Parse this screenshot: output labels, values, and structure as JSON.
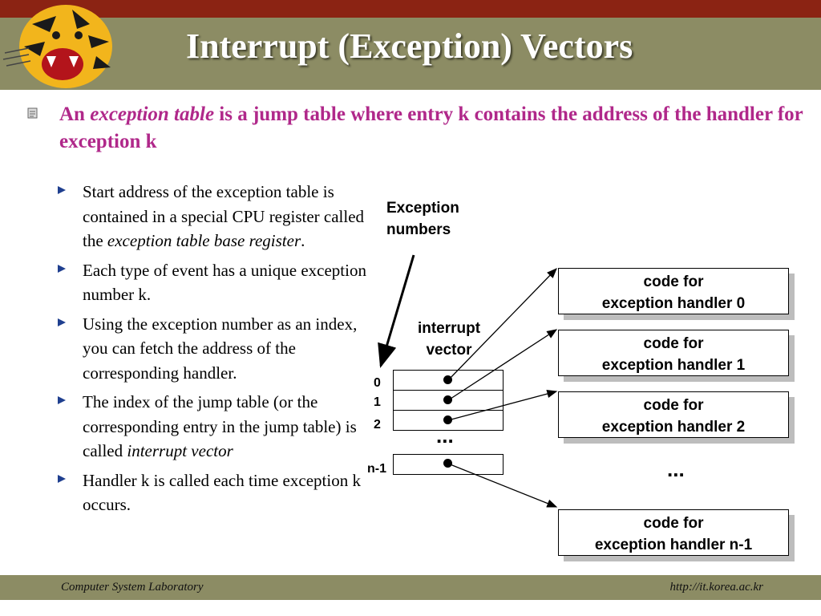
{
  "slide": {
    "title": "Interrupt (Exception) Vectors",
    "intro": {
      "prefix": "An ",
      "emphasis": "exception table",
      "suffix": " is a jump table where entry k contains the address of the handler for exception k"
    },
    "bullets": [
      {
        "parts": [
          "Start address of the exception table is contained in a special CPU register called the ",
          "exception table base register",
          "."
        ]
      },
      {
        "parts": [
          "Each type of event has a unique exception number k.",
          "",
          ""
        ]
      },
      {
        "parts": [
          "Using the exception number as an index, you can fetch the address of the corresponding handler.",
          "",
          ""
        ]
      },
      {
        "parts": [
          "The index of the jump table (or the corresponding entry in the jump table) is called ",
          "interrupt vector",
          ""
        ]
      },
      {
        "parts": [
          "Handler k is called each time exception k occurs.",
          "",
          ""
        ]
      }
    ]
  },
  "diagram": {
    "exception_numbers_label": [
      "Exception",
      "numbers"
    ],
    "interrupt_vector_label": [
      "interrupt",
      "vector"
    ],
    "indices": [
      "0",
      "1",
      "2",
      "n-1"
    ],
    "vector_ellipsis": "...",
    "handler_ellipsis": "...",
    "handlers": [
      {
        "line1": "code for",
        "line2": "exception handler 0"
      },
      {
        "line1": "code for",
        "line2": "exception handler 1"
      },
      {
        "line1": "code for",
        "line2": "exception handler 2"
      },
      {
        "line1": "code for",
        "line2": "exception handler n-1"
      }
    ]
  },
  "footer": {
    "left": "Computer System Laboratory",
    "right": "http://it.korea.ac.kr"
  },
  "colors": {
    "top_band": "#8b2313",
    "title_band": "#8c8c64",
    "intro_text": "#b0288a",
    "bullet_arrow": "#1f3f8f"
  },
  "icons": [
    "tiger-logo",
    "document-bullet-icon",
    "triangle-bullet-icon"
  ]
}
